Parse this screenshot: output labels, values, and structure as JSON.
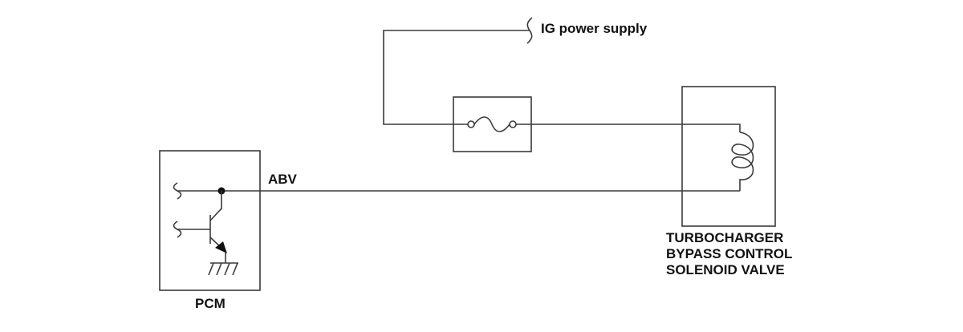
{
  "labels": {
    "ig_power_supply": "IG power supply",
    "abv": "ABV",
    "pcm": "PCM",
    "valve_line1": "TURBOCHARGER",
    "valve_line2": "BYPASS CONTROL",
    "valve_line3": "SOLENOID VALVE"
  },
  "colors": {
    "line": "#3a3a3a",
    "text": "#111111",
    "background": "#ffffff"
  },
  "symbols": {
    "fuse": "fuse-icon",
    "coil": "solenoid-coil-icon",
    "transistor": "npn-transistor-icon",
    "ground": "ground-icon",
    "connector": "connector-break-icon",
    "junction": "junction-dot-icon"
  }
}
